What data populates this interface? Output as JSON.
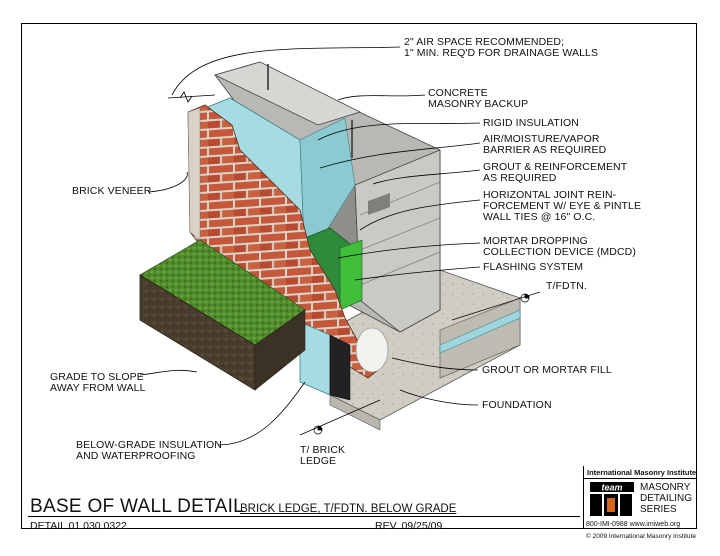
{
  "callouts": {
    "air_space": "2\" AIR SPACE RECOMMENDED;\n1\" MIN. REQ'D FOR DRAINAGE WALLS",
    "concrete_masonry": "CONCRETE\nMASONRY BACKUP",
    "rigid_insulation": "RIGID INSULATION",
    "barrier": "AIR/MOISTURE/VAPOR\nBARRIER AS REQUIRED",
    "grout_reinforcement": "GROUT & REINFORCEMENT\nAS REQUIRED",
    "horizontal_joint": "HORIZONTAL JOINT REIN-\nFORCEMENT W/ EYE & PINTLE\nWALL TIES @ 16\" O.C.",
    "mdcd": "MORTAR DROPPING\nCOLLECTION DEVICE (MDCD)",
    "flashing": "FLASHING SYSTEM",
    "tfdtn": "T/FDTN.",
    "brick_veneer": "BRICK VENEER",
    "grout_fill": "GROUT OR MORTAR FILL",
    "foundation": "FOUNDATION",
    "grade": "GRADE TO SLOPE\nAWAY FROM WALL",
    "below_grade": "BELOW-GRADE INSULATION\nAND WATERPROOFING",
    "brick_ledge": "T/ BRICK\nLEDGE"
  },
  "title_block": {
    "title": "BASE OF WALL DETAIL",
    "subtitle": "BRICK LEDGE, T/FDTN. BELOW GRADE",
    "detail": "DETAIL 01.030.0322",
    "rev": "REV. 09/25/09"
  },
  "branding": {
    "institute": "International Masonry Institute",
    "logo_word": "team",
    "logo_mark": "IMI",
    "series": "MASONRY\nDETAILING\nSERIES",
    "contact": "800-IMI-0988 www.imiweb.org",
    "copyright": "© 2009 International Masonry Institute"
  }
}
